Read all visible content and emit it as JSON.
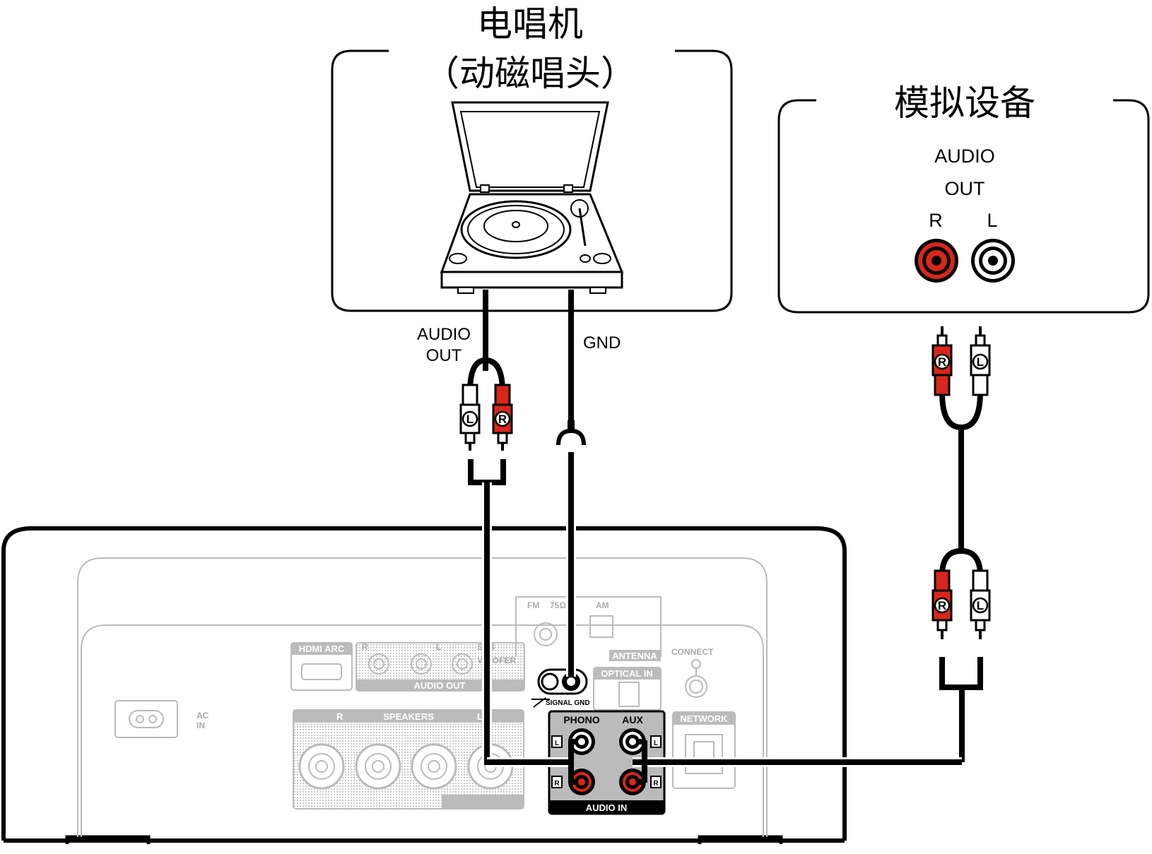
{
  "turntable": {
    "title": "电唱机",
    "subtitle": "（动磁唱头）",
    "audio_out_line1": "AUDIO",
    "audio_out_line2": "OUT",
    "gnd": "GND"
  },
  "analog_device": {
    "title": "模拟设备",
    "audio_line1": "AUDIO",
    "audio_line2": "OUT",
    "r": "R",
    "l": "L"
  },
  "plugs": {
    "r": "R",
    "l": "L"
  },
  "receiver": {
    "fm": "FM",
    "ohm": "75Ω",
    "am": "AM",
    "antenna": "ANTENNA",
    "connect": "CONNECT",
    "optical_in": "OPTICAL IN",
    "network": "NETWORK",
    "hdmi_arc": "HDMI ARC",
    "r": "R",
    "l": "L",
    "sub": "SUB",
    "woofer": "WOOFER",
    "audio_out": "AUDIO OUT",
    "speakers": "SPEAKERS",
    "ac": "AC",
    "in": "IN",
    "signal_gnd": "SIGNAL GND",
    "phono": "PHONO",
    "aux": "AUX",
    "audio_in": "AUDIO IN"
  },
  "colors": {
    "red": "#d9261c",
    "black": "#000000",
    "gray": "#bbbbbb"
  }
}
